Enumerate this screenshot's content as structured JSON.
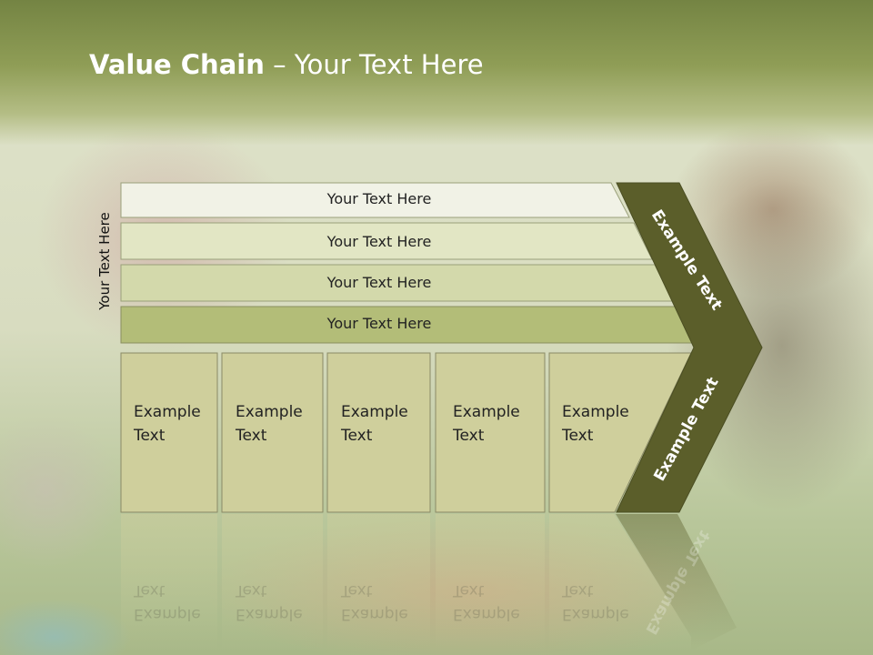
{
  "slide": {
    "title_bold": "Value Chain",
    "title_rest": " – Your Text Here",
    "vertical_label": "Your Text Here",
    "rows": [
      {
        "label": "Your Text Here"
      },
      {
        "label": "Your Text Here"
      },
      {
        "label": "Your Text Here"
      },
      {
        "label": "Your Text Here"
      }
    ],
    "boxes": [
      {
        "line1": "Example",
        "line2": "Text"
      },
      {
        "line1": "Example",
        "line2": "Text"
      },
      {
        "line1": "Example",
        "line2": "Text"
      },
      {
        "line1": "Example",
        "line2": "Text"
      },
      {
        "line1": "Example",
        "line2": "Text"
      }
    ],
    "chevron_top_label": "Example Text",
    "chevron_bottom_label": "Example Text"
  },
  "colors": {
    "header_band": "#748443",
    "chevron": "#5b5e2a",
    "row1": "#f1f2e6",
    "row2": "#e2e6c4",
    "row3": "#d3d9ab",
    "row4": "#b3bd78",
    "box_fill": "#cfcf9c",
    "box_border": "#8a8a66"
  }
}
